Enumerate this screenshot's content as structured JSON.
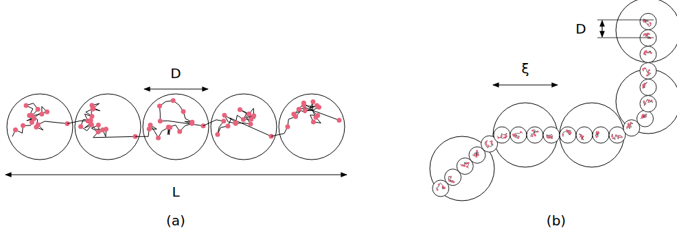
{
  "diagram": {
    "labels": [
      "D",
      "L",
      "(a)",
      "ξ",
      "D",
      "(b)"
    ]
  }
}
